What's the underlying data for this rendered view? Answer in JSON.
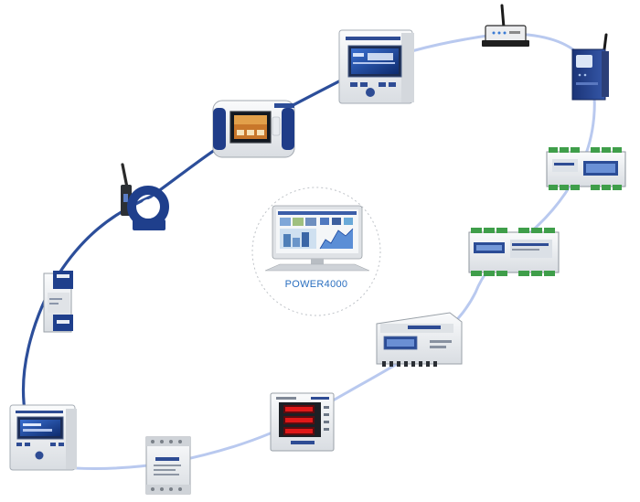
{
  "center": {
    "label": "POWER4000"
  },
  "colors": {
    "ring_dark": "#2c4e9a",
    "ring_light": "#b9c9ef",
    "device_navy": "#1f3f8c",
    "device_light": "#e9ecef",
    "green_terminal": "#3f9e4a",
    "led_red": "#e01818"
  },
  "devices": [
    {
      "id": "wireless-gateway",
      "icon": "gateway-antenna-icon"
    },
    {
      "id": "din-rail-radio-module",
      "icon": "radio-module-icon"
    },
    {
      "id": "hmi-panel-display",
      "icon": "touch-panel-icon"
    },
    {
      "id": "portable-analyzer",
      "icon": "portable-analyzer-icon"
    },
    {
      "id": "wireless-current-sensor",
      "icon": "current-clamp-icon"
    },
    {
      "id": "din-rail-transducer",
      "icon": "transducer-icon"
    },
    {
      "id": "panel-meter-lcd",
      "icon": "panel-meter-icon"
    },
    {
      "id": "terminal-block-converter",
      "icon": "converter-icon"
    },
    {
      "id": "led-power-meter",
      "icon": "led-meter-icon"
    },
    {
      "id": "din-rail-energy-meter",
      "icon": "energy-meter-icon"
    },
    {
      "id": "din-rail-io-module-a",
      "icon": "io-module-icon"
    },
    {
      "id": "din-rail-io-module-b",
      "icon": "io-module-icon"
    }
  ]
}
